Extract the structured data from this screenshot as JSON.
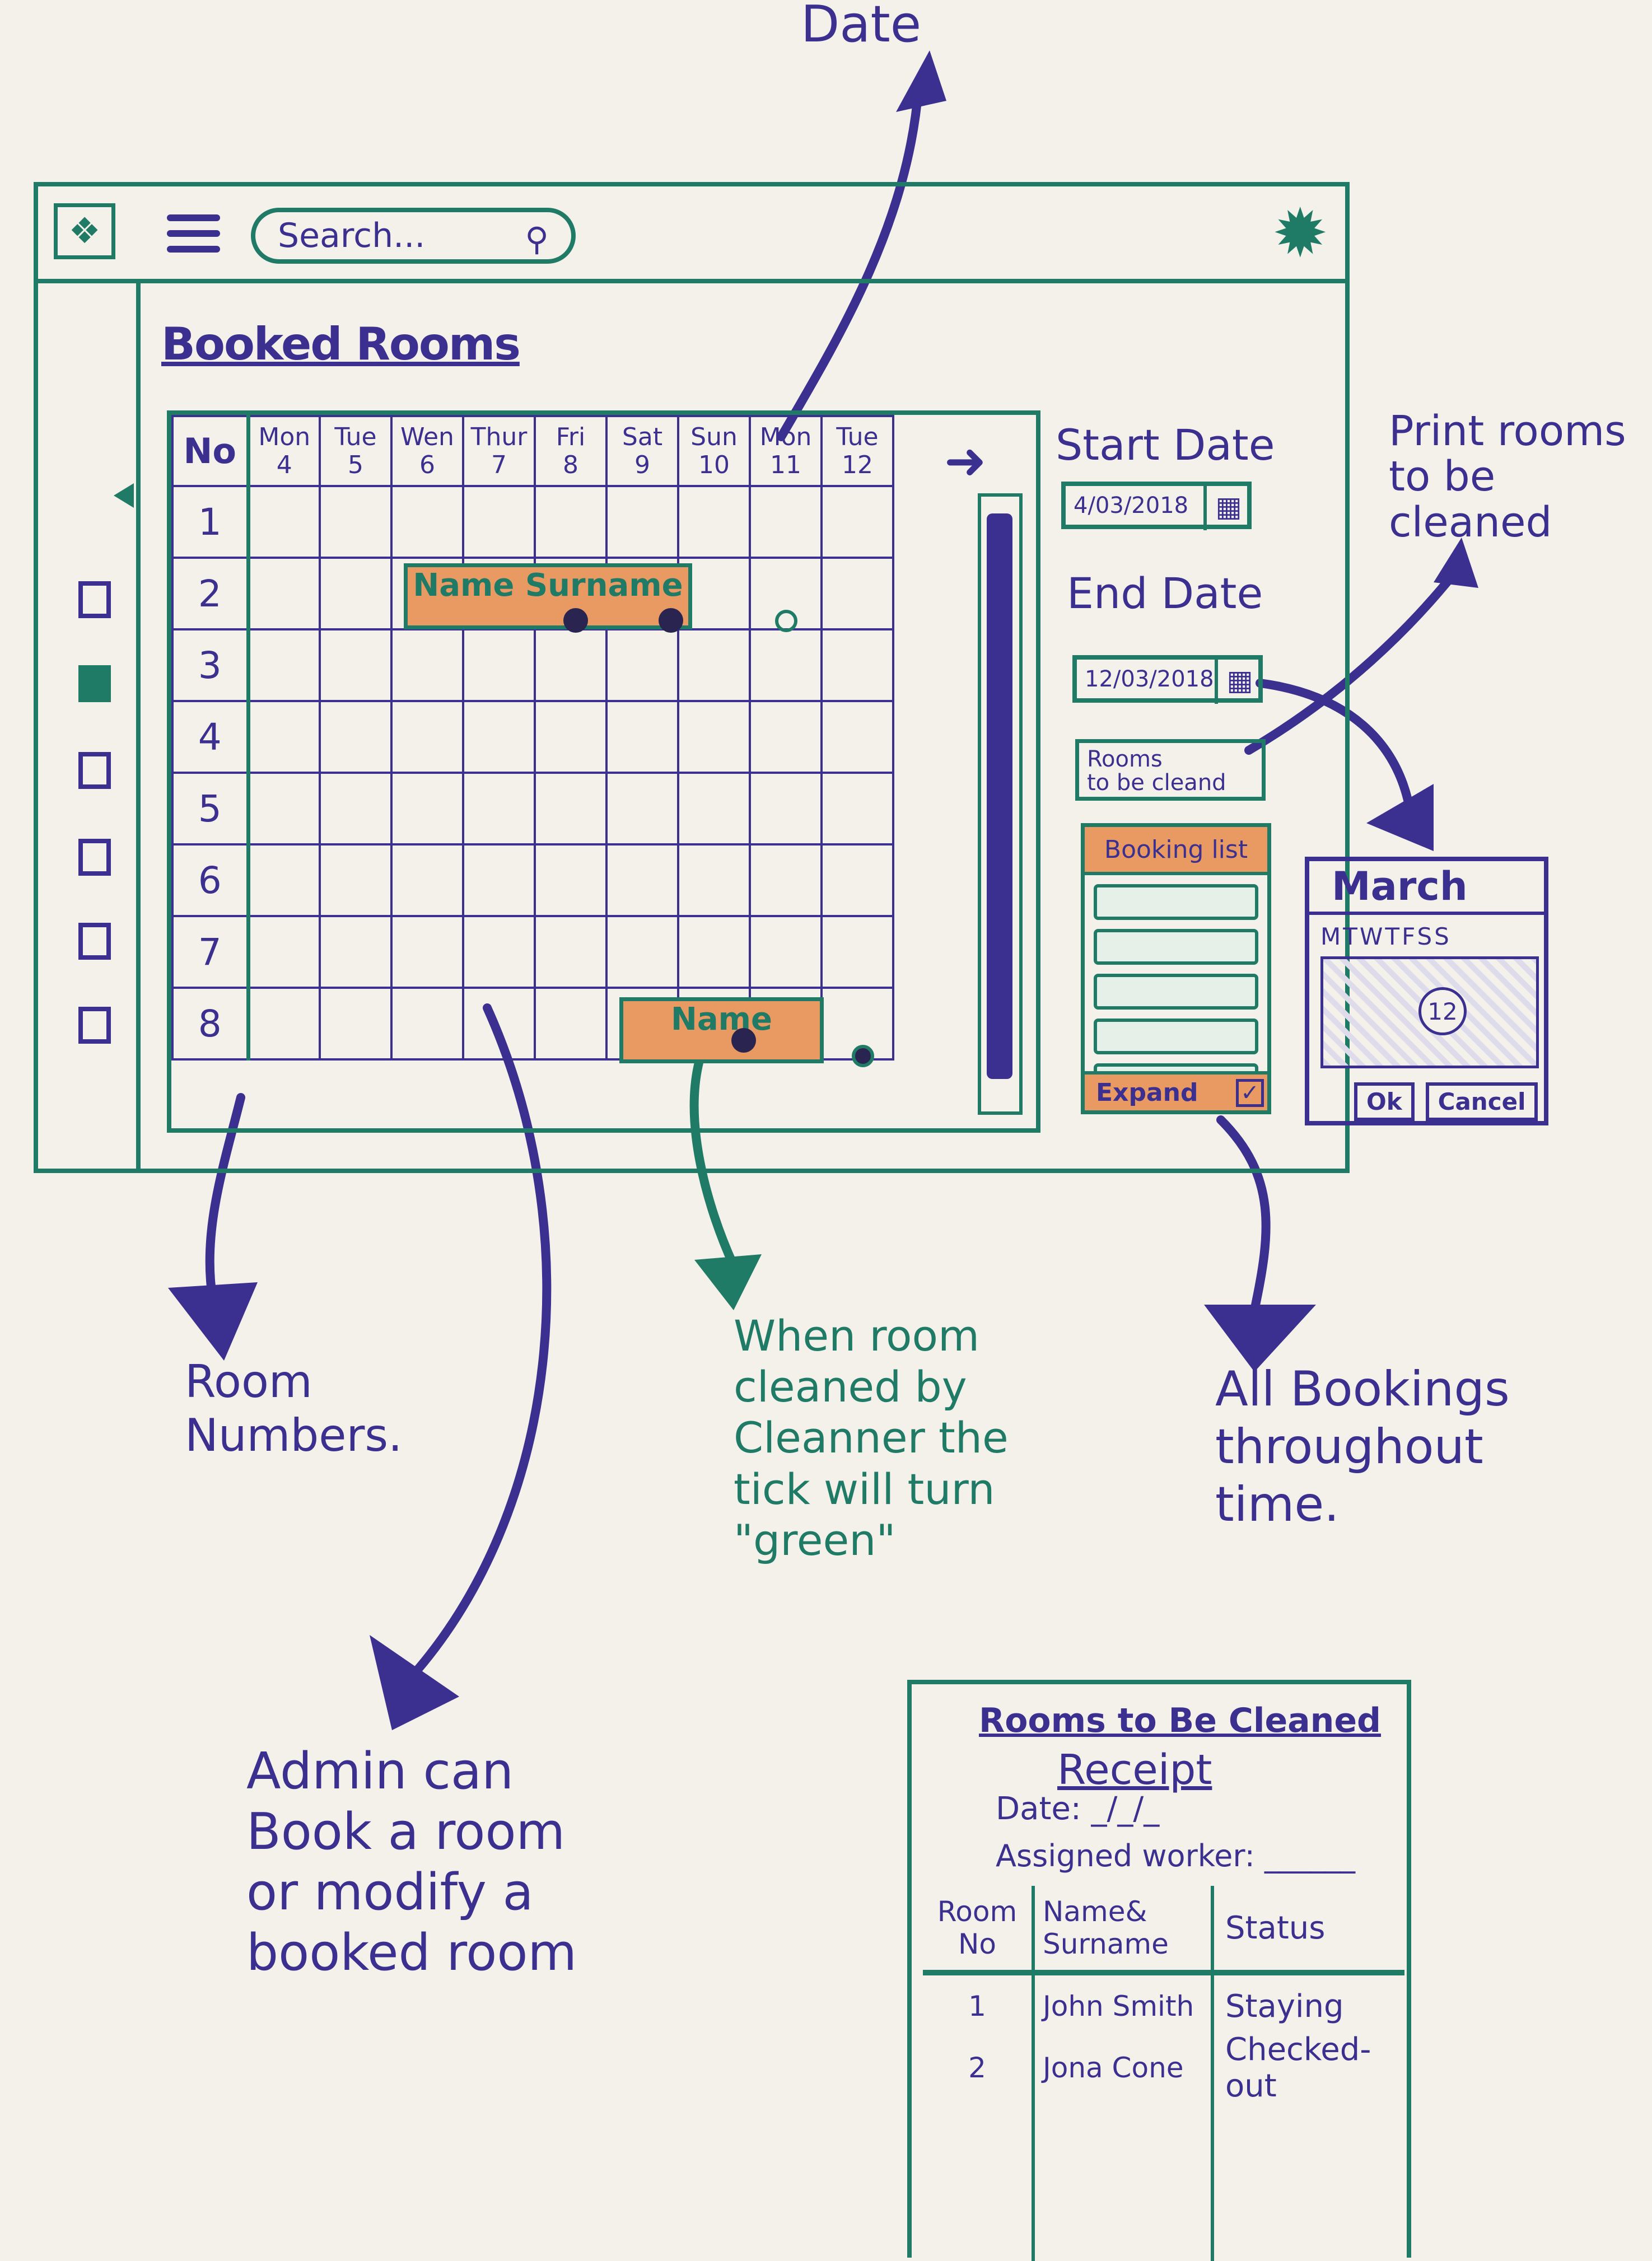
{
  "annotations": {
    "date_top": "Date",
    "print_rooms": "Print rooms\nto be cleaned",
    "room_numbers": "Room\n   Numbers.",
    "cleaned_tick": "When room\ncleaned by\nCleanner the\ntick will turn\n\"green\"",
    "all_bookings": "All Bookings\nthroughout\ntime.",
    "admin_can": "Admin can\nBook a room\nor modify a\nbooked room"
  },
  "header": {
    "search_placeholder": "Search...",
    "search_icon": "search-icon",
    "settings_icon": "gear-icon",
    "menu_icon": "hamburger-menu-icon"
  },
  "page_title": "Booked Rooms",
  "grid": {
    "no_label": "No",
    "days": [
      {
        "day": "Mon",
        "num": "4"
      },
      {
        "day": "Tue",
        "num": "5"
      },
      {
        "day": "Wen",
        "num": "6"
      },
      {
        "day": "Thur",
        "num": "7"
      },
      {
        "day": "Fri",
        "num": "8"
      },
      {
        "day": "Sat",
        "num": "9"
      },
      {
        "day": "Sun",
        "num": "10"
      },
      {
        "day": "Mon",
        "num": "11"
      },
      {
        "day": "Tue",
        "num": "12"
      }
    ],
    "rooms": [
      "1",
      "2",
      "3",
      "4",
      "5",
      "6",
      "7",
      "8"
    ],
    "booking_1": "Name Surname",
    "booking_2": "Name"
  },
  "start_date": {
    "label": "Start Date",
    "value": "4/03/2018"
  },
  "end_date": {
    "label": "End Date",
    "value": "12/03/2018"
  },
  "rooms_button": "Rooms\nto be cleand",
  "booking_list": {
    "title": "Booking list",
    "expand": "Expand"
  },
  "calendar": {
    "month": "March",
    "days": "MTWTFSS",
    "selected": "12",
    "ok": "Ok",
    "cancel": "Cancel"
  },
  "receipt": {
    "title": "Rooms to Be Cleaned",
    "subtitle": "Receipt",
    "date": "Date: _/_/_",
    "worker": "Assigned worker: ______",
    "col1": "Room\nNo",
    "col2": "Name&\nSurname",
    "col3": "Status",
    "rows": [
      {
        "no": "1",
        "name": "John Smith",
        "status": "Staying"
      },
      {
        "no": "2",
        "name": "Jona Cone",
        "status": "Checked-out"
      }
    ]
  },
  "colors": {
    "ink_blue": "#3b2f8f",
    "ink_green": "#1f7a66",
    "highlight": "#e89a62"
  }
}
